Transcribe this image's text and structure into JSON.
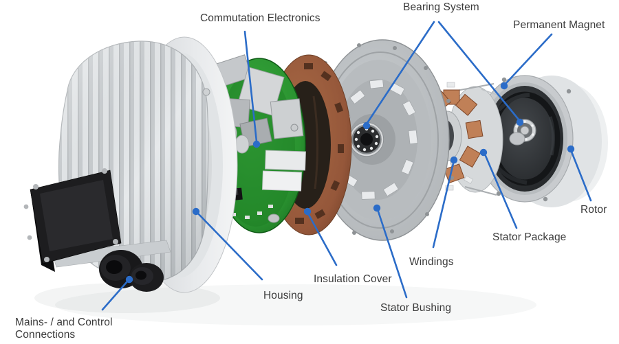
{
  "diagram": {
    "type": "exploded-view-motor-diagram",
    "labels": {
      "commutation_electronics": "Commutation Electronics",
      "bearing_system": "Bearing System",
      "permanent_magnet": "Permanent Magnet",
      "rotor": "Rotor",
      "stator_package": "Stator Package",
      "windings": "Windings",
      "stator_bushing": "Stator Bushing",
      "insulation_cover": "Insulation Cover",
      "housing": "Housing",
      "mains_control_line1": "Mains- / and Control",
      "mains_control_line2": "Connections"
    },
    "colors": {
      "leader_blue": "#2b6cc8",
      "label_text": "#3a3a3a",
      "pcb_green": "#2f9e2f",
      "insulation_brown": "#9c5c3b",
      "copper_winding": "#c08057",
      "metal_gray": "#b7bbbe",
      "housing_gray": "#e4e7e9",
      "connector_black": "#1a1a1c",
      "background": "#ffffff"
    }
  }
}
